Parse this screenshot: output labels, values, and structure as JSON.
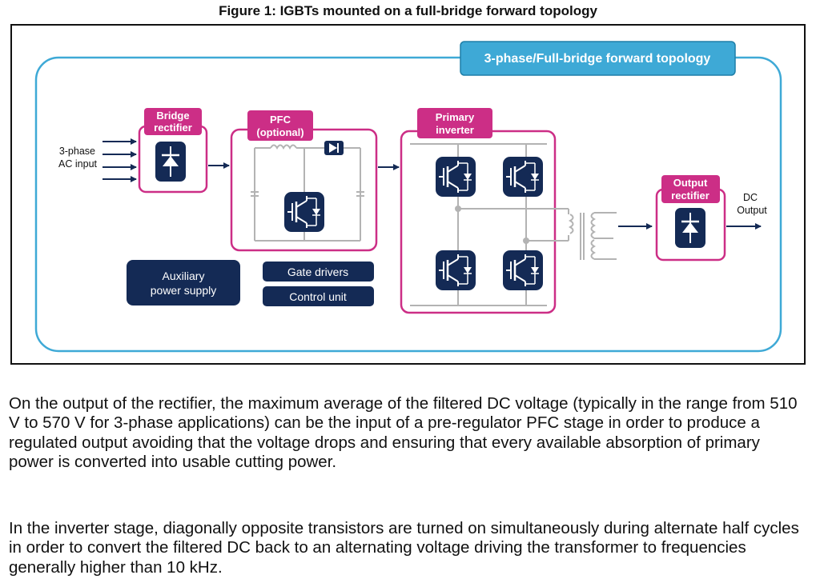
{
  "figure": {
    "title": "Figure 1: IGBTs mounted on a full-bridge forward topology",
    "topology_label": "3-phase/Full-bridge forward topology",
    "input_label_line1": "3-phase",
    "input_label_line2": "AC input",
    "bridge_rectifier_line1": "Bridge",
    "bridge_rectifier_line2": "rectifier",
    "pfc_line1": "PFC",
    "pfc_line2": "(optional)",
    "primary_inverter_line1": "Primary",
    "primary_inverter_line2": "inverter",
    "output_rectifier_line1": "Output",
    "output_rectifier_line2": "rectifier",
    "output_label_line1": "DC",
    "output_label_line2": "Output",
    "aux_supply_line1": "Auxiliary",
    "aux_supply_line2": "power supply",
    "gate_drivers": "Gate drivers",
    "control_unit": "Control unit",
    "colors": {
      "accent_blue": "#3ea9d6",
      "magenta": "#cc2e86",
      "navy": "#142a55",
      "wire": "#b3b3b3"
    }
  },
  "paragraphs": [
    "On the output of the rectifier, the maximum average of the filtered DC voltage (typically in the range from 510 V to 570 V for 3-phase applications) can be the input of a pre-regulator PFC stage in order to produce a regulated output avoiding that the voltage drops and ensuring that every available absorption of primary power is converted into usable cutting power.",
    "In the inverter stage, diagonally opposite transistors are turned on simultaneously during alternate half cycles in order to convert the filtered DC back to an alternating voltage driving the transformer to frequencies generally higher than 10 kHz."
  ]
}
